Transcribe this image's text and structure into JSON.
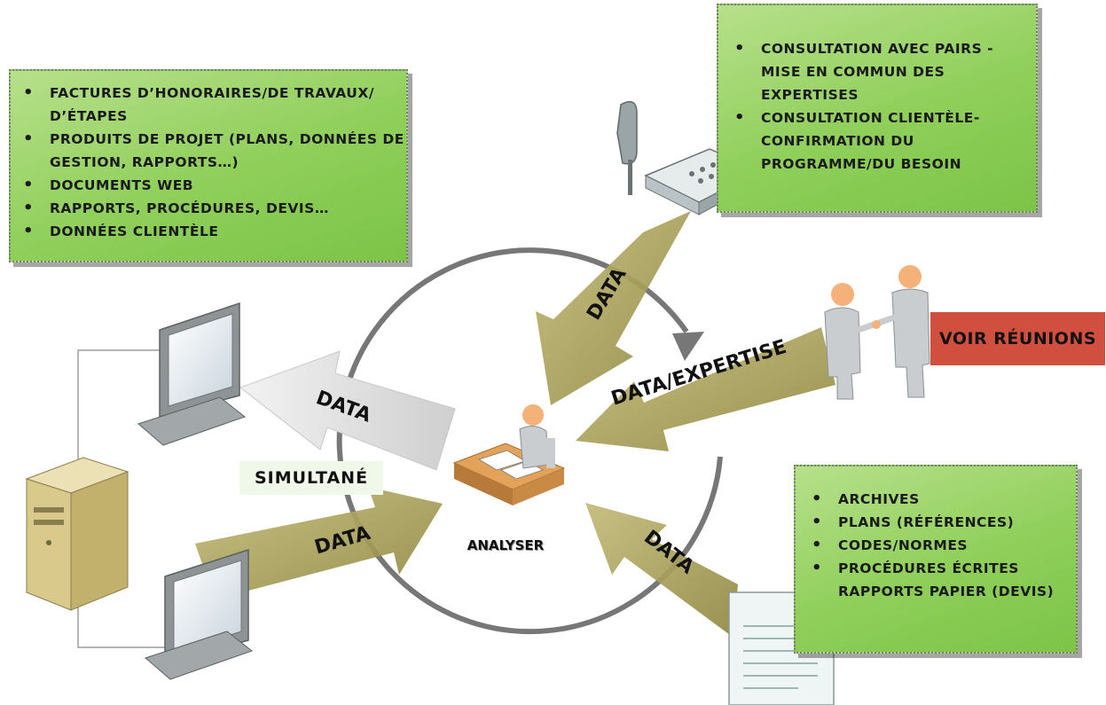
{
  "diagram": {
    "box_top_left": {
      "items": [
        "FACTURES D’HONORAIRES/DE TRAVAUX/ D’ÉTAPES",
        "PRODUITS DE PROJET (PLANS, DONNÉES DE GESTION, RAPPORTS…)",
        "DOCUMENTS WEB",
        "RAPPORTS, PROCÉDURES, DEVIS…",
        "DONNÉES CLIENTÈLE"
      ]
    },
    "box_top_right": {
      "items": [
        "CONSULTATION AVEC PAIRS - MISE EN COMMUN DES EXPERTISES",
        "CONSULTATION CLIENTÈLE-CONFIRMATION DU PROGRAMME/DU BESOIN"
      ]
    },
    "box_bottom_right": {
      "items": [
        "ARCHIVES",
        "PLANS (RÉFÉRENCES)",
        "CODES/NORMES",
        "PROCÉDURES ÉCRITES RAPPORTS PAPIER (DEVIS)"
      ]
    },
    "meetings_label": "VOIR RÉUNIONS",
    "simultaneous_label": "SIMULTANÉ",
    "center_label": "ANALYSER",
    "arrows": {
      "phone": "DATA",
      "meeting": "DATA/EXPERTISE",
      "documents": "DATA",
      "to_monitor": "DATA",
      "from_monitor": "DATA"
    },
    "colors": {
      "box_green": "#8fcf5a",
      "arrow_olive": "#a9a05a",
      "arrow_grey": "#d9d9d9",
      "red_label": "#d14f3e",
      "circle": "#777777"
    },
    "icons": [
      "telephone-icon",
      "handshake-people-icon",
      "analyst-desk-icon",
      "monitor-icon",
      "server-tower-icon",
      "document-icon"
    ]
  }
}
